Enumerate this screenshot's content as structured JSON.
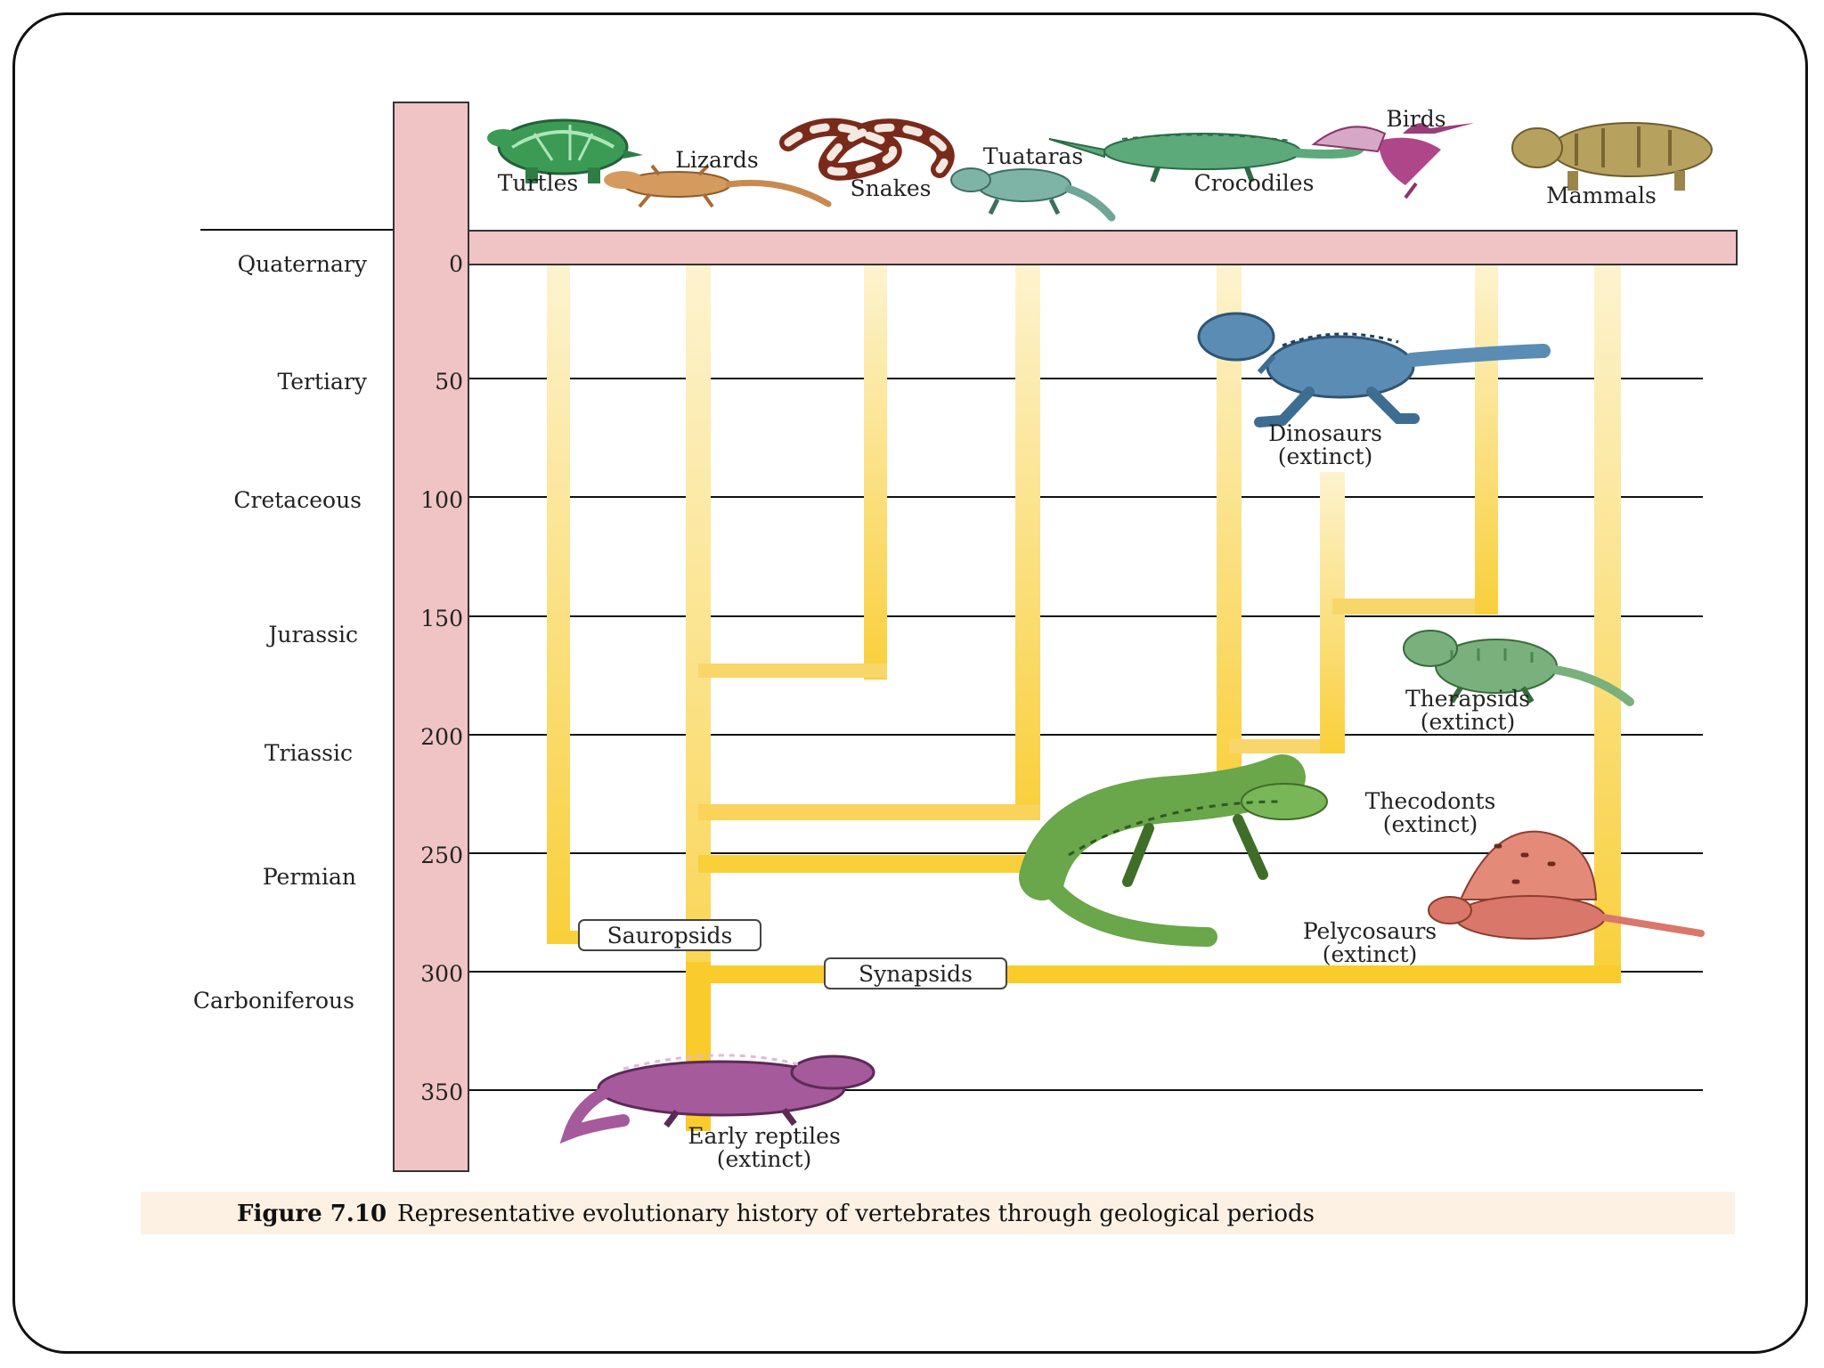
{
  "periods": [
    {
      "name": "Quaternary",
      "tick": "0"
    },
    {
      "name": "Tertiary",
      "tick": "50"
    },
    {
      "name": "Cretaceous",
      "tick": "100"
    },
    {
      "name": "Jurassic",
      "tick": "150"
    },
    {
      "name": "Triassic",
      "tick": "200"
    },
    {
      "name": "Permian",
      "tick": "250"
    },
    {
      "name": "Carboniferous",
      "tick": "300"
    }
  ],
  "extra_tick": "350",
  "living_groups": {
    "turtles": "Turtles",
    "lizards": "Lizards",
    "snakes": "Snakes",
    "tuataras": "Tuataras",
    "crocodiles": "Crocodiles",
    "birds": "Birds",
    "mammals": "Mammals"
  },
  "extinct_groups": {
    "dinosaurs": "Dinosaurs",
    "therapsids": "Therapsids",
    "thecodonts": "Thecodonts",
    "pelycosaurs": "Pelycosaurs",
    "early_reptiles": "Early reptiles",
    "extinct_note": "(extinct)"
  },
  "clade_labels": {
    "sauropsids": "Sauropsids",
    "synapsids": "Synapsids"
  },
  "caption": {
    "label": "Figure 7.10",
    "text": "Representative evolutionary history of vertebrates through geological periods"
  },
  "colors": {
    "timeline_bar": "#f0c4c4",
    "branch": "#f9d66a",
    "caption_bg": "#fdf1e4",
    "gridline": "#111111"
  },
  "icons": [
    "turtle-icon",
    "lizard-icon",
    "snake-icon",
    "tuatara-icon",
    "crocodile-icon",
    "bird-icon",
    "mammal-icon",
    "dinosaur-icon",
    "therapsid-icon",
    "thecodont-icon",
    "pelycosaur-icon",
    "early-reptile-icon"
  ]
}
